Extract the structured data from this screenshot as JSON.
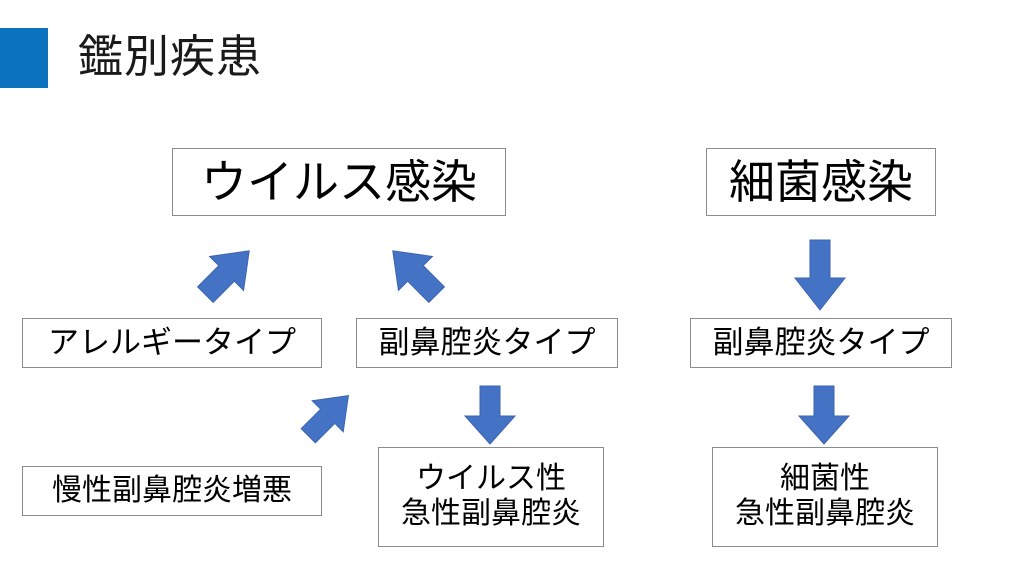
{
  "slide": {
    "title": "鑑別疾患",
    "accent_color": "#0B72BD",
    "arrow_color": "#4472C4",
    "box_border_color": "#8C8C8C",
    "background_color": "#FFFFFF"
  },
  "nodes": {
    "viral_infection": {
      "label": "ウイルス感染"
    },
    "bacterial_infection": {
      "label": "細菌感染"
    },
    "allergy_type": {
      "label": "アレルギータイプ"
    },
    "sinusitis_type_viral": {
      "label": "副鼻腔炎タイプ"
    },
    "sinusitis_type_bacterial": {
      "label": "副鼻腔炎タイプ"
    },
    "chronic_sinusitis_exacerbation": {
      "label": "慢性副鼻腔炎増悪"
    },
    "viral_acute_sinusitis": {
      "line1": "ウイルス性",
      "line2": "急性副鼻腔炎"
    },
    "bacterial_acute_sinusitis": {
      "line1": "細菌性",
      "line2": "急性副鼻腔炎"
    }
  },
  "arrows": [
    {
      "name": "viral-to-allergy",
      "direction": "down-left",
      "from": "viral_infection",
      "to": "allergy_type"
    },
    {
      "name": "viral-to-sinusitis",
      "direction": "down-right",
      "from": "viral_infection",
      "to": "sinusitis_type_viral"
    },
    {
      "name": "bacterial-to-sinusitis",
      "direction": "down",
      "from": "bacterial_infection",
      "to": "sinusitis_type_bacterial"
    },
    {
      "name": "sinusitis-to-chronic",
      "direction": "down-left",
      "from": "sinusitis_type_viral",
      "to": "chronic_sinusitis_exacerbation"
    },
    {
      "name": "sinusitis-to-viral-acute",
      "direction": "down",
      "from": "sinusitis_type_viral",
      "to": "viral_acute_sinusitis"
    },
    {
      "name": "sinusitis-to-bacterial-acute",
      "direction": "down",
      "from": "sinusitis_type_bacterial",
      "to": "bacterial_acute_sinusitis"
    }
  ]
}
